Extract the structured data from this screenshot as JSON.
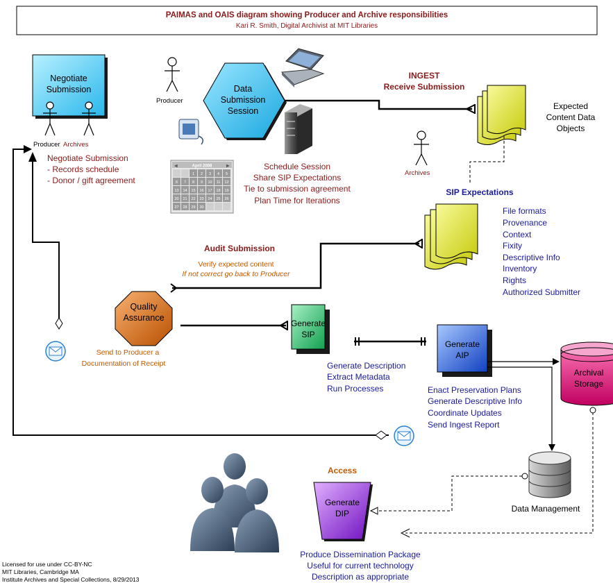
{
  "header": {
    "title": "PAIMAS and OAIS diagram showing Producer and Archive responsibilities",
    "subtitle": "Kari R. Smith, Digital Archivist at MIT Libraries"
  },
  "negotiate": {
    "box_label_1": "Negotiate",
    "box_label_2": "Submission",
    "actor_producer": "Producer",
    "actor_archives": "Archives",
    "notes": [
      "Negotiate Submission",
      "- Records schedule",
      "- Donor / gift agreement"
    ]
  },
  "session": {
    "producer_label": "Producer",
    "hex_lines": [
      "Data",
      "Submission",
      "Session"
    ],
    "calendar_title": "April 2008",
    "calendar_rows": [
      [
        "",
        "",
        "1",
        "2",
        "3",
        "4",
        "5"
      ],
      [
        "6",
        "7",
        "8",
        "9",
        "10",
        "11",
        "12"
      ],
      [
        "13",
        "14",
        "15",
        "16",
        "17",
        "18",
        "19"
      ],
      [
        "20",
        "21",
        "22",
        "23",
        "24",
        "25",
        "26"
      ],
      [
        "27",
        "28",
        "29",
        "30",
        "",
        "",
        ""
      ]
    ],
    "notes": [
      "Schedule Session",
      "Share SIP Expectations",
      "Tie to submission agreement",
      "Plan Time for Iterations"
    ]
  },
  "ingest": {
    "title_1": "INGEST",
    "title_2": "Receive Submission",
    "objects_label": [
      "Expected",
      "Content Data",
      "Objects"
    ],
    "archives_label": "Archives"
  },
  "sip_expectations": {
    "title": "SIP Expectations",
    "items": [
      "File formats",
      "Provenance",
      "Context",
      "Fixity",
      "Descriptive Info",
      "Inventory",
      "Rights",
      "Authorized Submitter"
    ]
  },
  "audit": {
    "title": "Audit Submission",
    "line1": "Verify expected content",
    "line2": "If not correct go back to Producer"
  },
  "qa": {
    "line1": "Quality",
    "line2": "Assurance"
  },
  "receipt": {
    "line1": "Send to Producer a",
    "line2": "Documentation of Receipt"
  },
  "sip": {
    "line1": "Generate",
    "line2": "SIP",
    "notes": [
      "Generate Description",
      "Extract Metadata",
      "Run Processes"
    ]
  },
  "aip": {
    "line1": "Generate",
    "line2": "AIP",
    "notes": [
      "Enact Preservation Plans",
      "Generate Descriptive Info",
      "Coordinate Updates",
      "Send Ingest Report"
    ]
  },
  "storage": {
    "line1": "Archival",
    "line2": "Storage"
  },
  "data_management": {
    "label": "Data Management"
  },
  "access": {
    "title": "Access",
    "line1": "Generate",
    "line2": "DIP",
    "notes": [
      "Produce Dissemination Package",
      "Useful for current technology",
      "Description as appropriate"
    ]
  },
  "license": {
    "lines": [
      "Licensed for use under CC-BY-NC",
      "MIT Libraries, Cambridge MA",
      "Institute Archives and Special Collections, 8/29/2013"
    ]
  },
  "colors": {
    "dark_red": "#8b1a1a",
    "orange": "#c05a00",
    "blue": "#1a1a9c",
    "hex_fill": "#42c8f0",
    "negotiate_fill": "#63d0f5",
    "doc_fill": "#e8ea48",
    "sip_fill": "#38c070",
    "aip_fill": "#3068d8",
    "storage_fill": "#e01a78",
    "qa_fill": "#d8701c",
    "dip_fill": "#9c38e0"
  }
}
